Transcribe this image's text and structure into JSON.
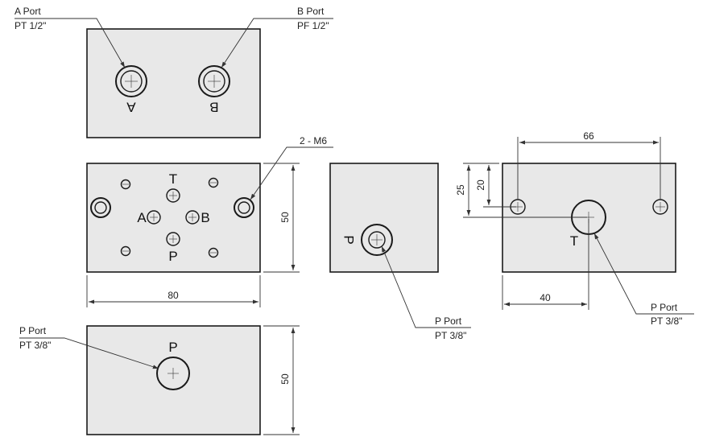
{
  "callouts": {
    "a_port": {
      "name": "A Port",
      "spec": "PT 1/2\""
    },
    "b_port": {
      "name": "B Port",
      "spec": "PF 1/2\""
    },
    "mount": "2 - M6",
    "p_port_side": {
      "name": "P Port",
      "spec": "PT 3/8\""
    },
    "p_port_right": {
      "name": "P Port",
      "spec": "PT 3/8\""
    },
    "p_port_bottom": {
      "name": "P Port",
      "spec": "PT 3/8\""
    }
  },
  "port_labels": {
    "a_top": "A",
    "b_top": "B",
    "t_front": "T",
    "a_front": "A",
    "b_front": "B",
    "p_front": "P",
    "p_side": "P",
    "t_right": "T",
    "p_bottom": "P"
  },
  "dimensions": {
    "front_width": "80",
    "front_height": "50",
    "bottom_height": "50",
    "right_width": "66",
    "right_d25": "25",
    "right_d20": "20",
    "right_d40": "40"
  }
}
